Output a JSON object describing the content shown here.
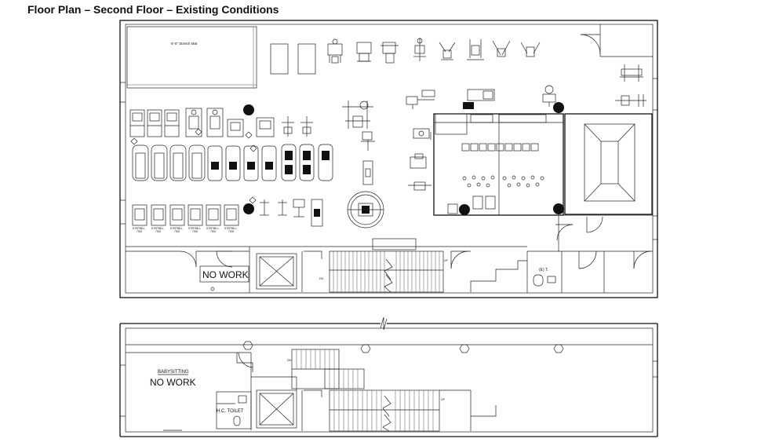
{
  "header": {
    "title": "Floor Plan – Second Floor – Existing Conditions"
  },
  "labels": {
    "stretch_mat": "6'-0\" Stretch Mat",
    "no_work_upper": "NO WORK",
    "no_work_lower": "NO WORK",
    "babysitting": "BABYSITTING",
    "hc_toilet": "H.C. TOILET",
    "et": "(E) T.",
    "stepmill": "STEPMILL",
    "stepmill_sub": "7000",
    "up": "UP",
    "dn": "DN"
  }
}
